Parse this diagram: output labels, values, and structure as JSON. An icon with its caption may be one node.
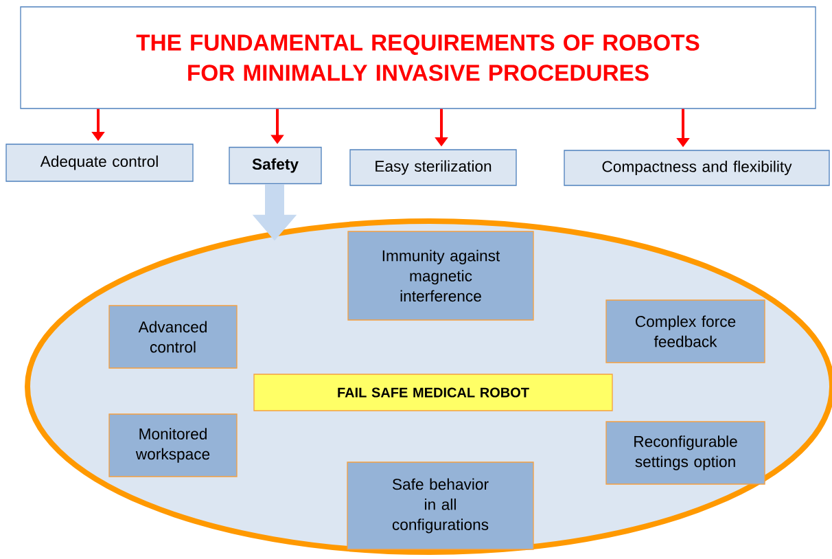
{
  "diagram": {
    "nodes": [
      {
        "text": [
          "THE FUNDAMENTAL REQUIREMENTS OF ROBOTS FOR MINIMALLY INVASIVE PROCEDURES"
        ]
      },
      {
        "text": [
          "Adequate control"
        ]
      },
      {
        "text": [
          "Safety"
        ]
      },
      {
        "text": [
          "Easy sterilization"
        ]
      },
      {
        "text": [
          "Compactness and flexibility"
        ]
      },
      {
        "text": [],
        "shape": "ellipse"
      },
      {
        "text": [
          "Immunity against magnetic interference"
        ],
        "in": 5
      },
      {
        "text": [
          "Advanced control"
        ],
        "in": 5
      },
      {
        "text": [
          "Complex force feedback"
        ],
        "in": 5
      },
      {
        "text": [
          "FAIL SAFE MEDICAL ROBOT"
        ],
        "in": 5
      },
      {
        "text": [
          "Monitored workspace"
        ],
        "in": 5
      },
      {
        "text": [
          "Reconfigurable settings option"
        ],
        "in": 5
      },
      {
        "text": [
          "Safe behavior in all configurations"
        ],
        "in": 5
      }
    ],
    "edges": [
      {
        "from": 0,
        "to": 1,
        "arrow": "to"
      },
      {
        "from": 0,
        "to": 2,
        "arrow": "to"
      },
      {
        "from": 0,
        "to": 3,
        "arrow": "to"
      },
      {
        "from": 0,
        "to": 4,
        "arrow": "to"
      },
      {
        "from": 2,
        "to": 5,
        "arrow": "to",
        "style": "thick",
        "color": "#c6d9f0"
      }
    ]
  }
}
